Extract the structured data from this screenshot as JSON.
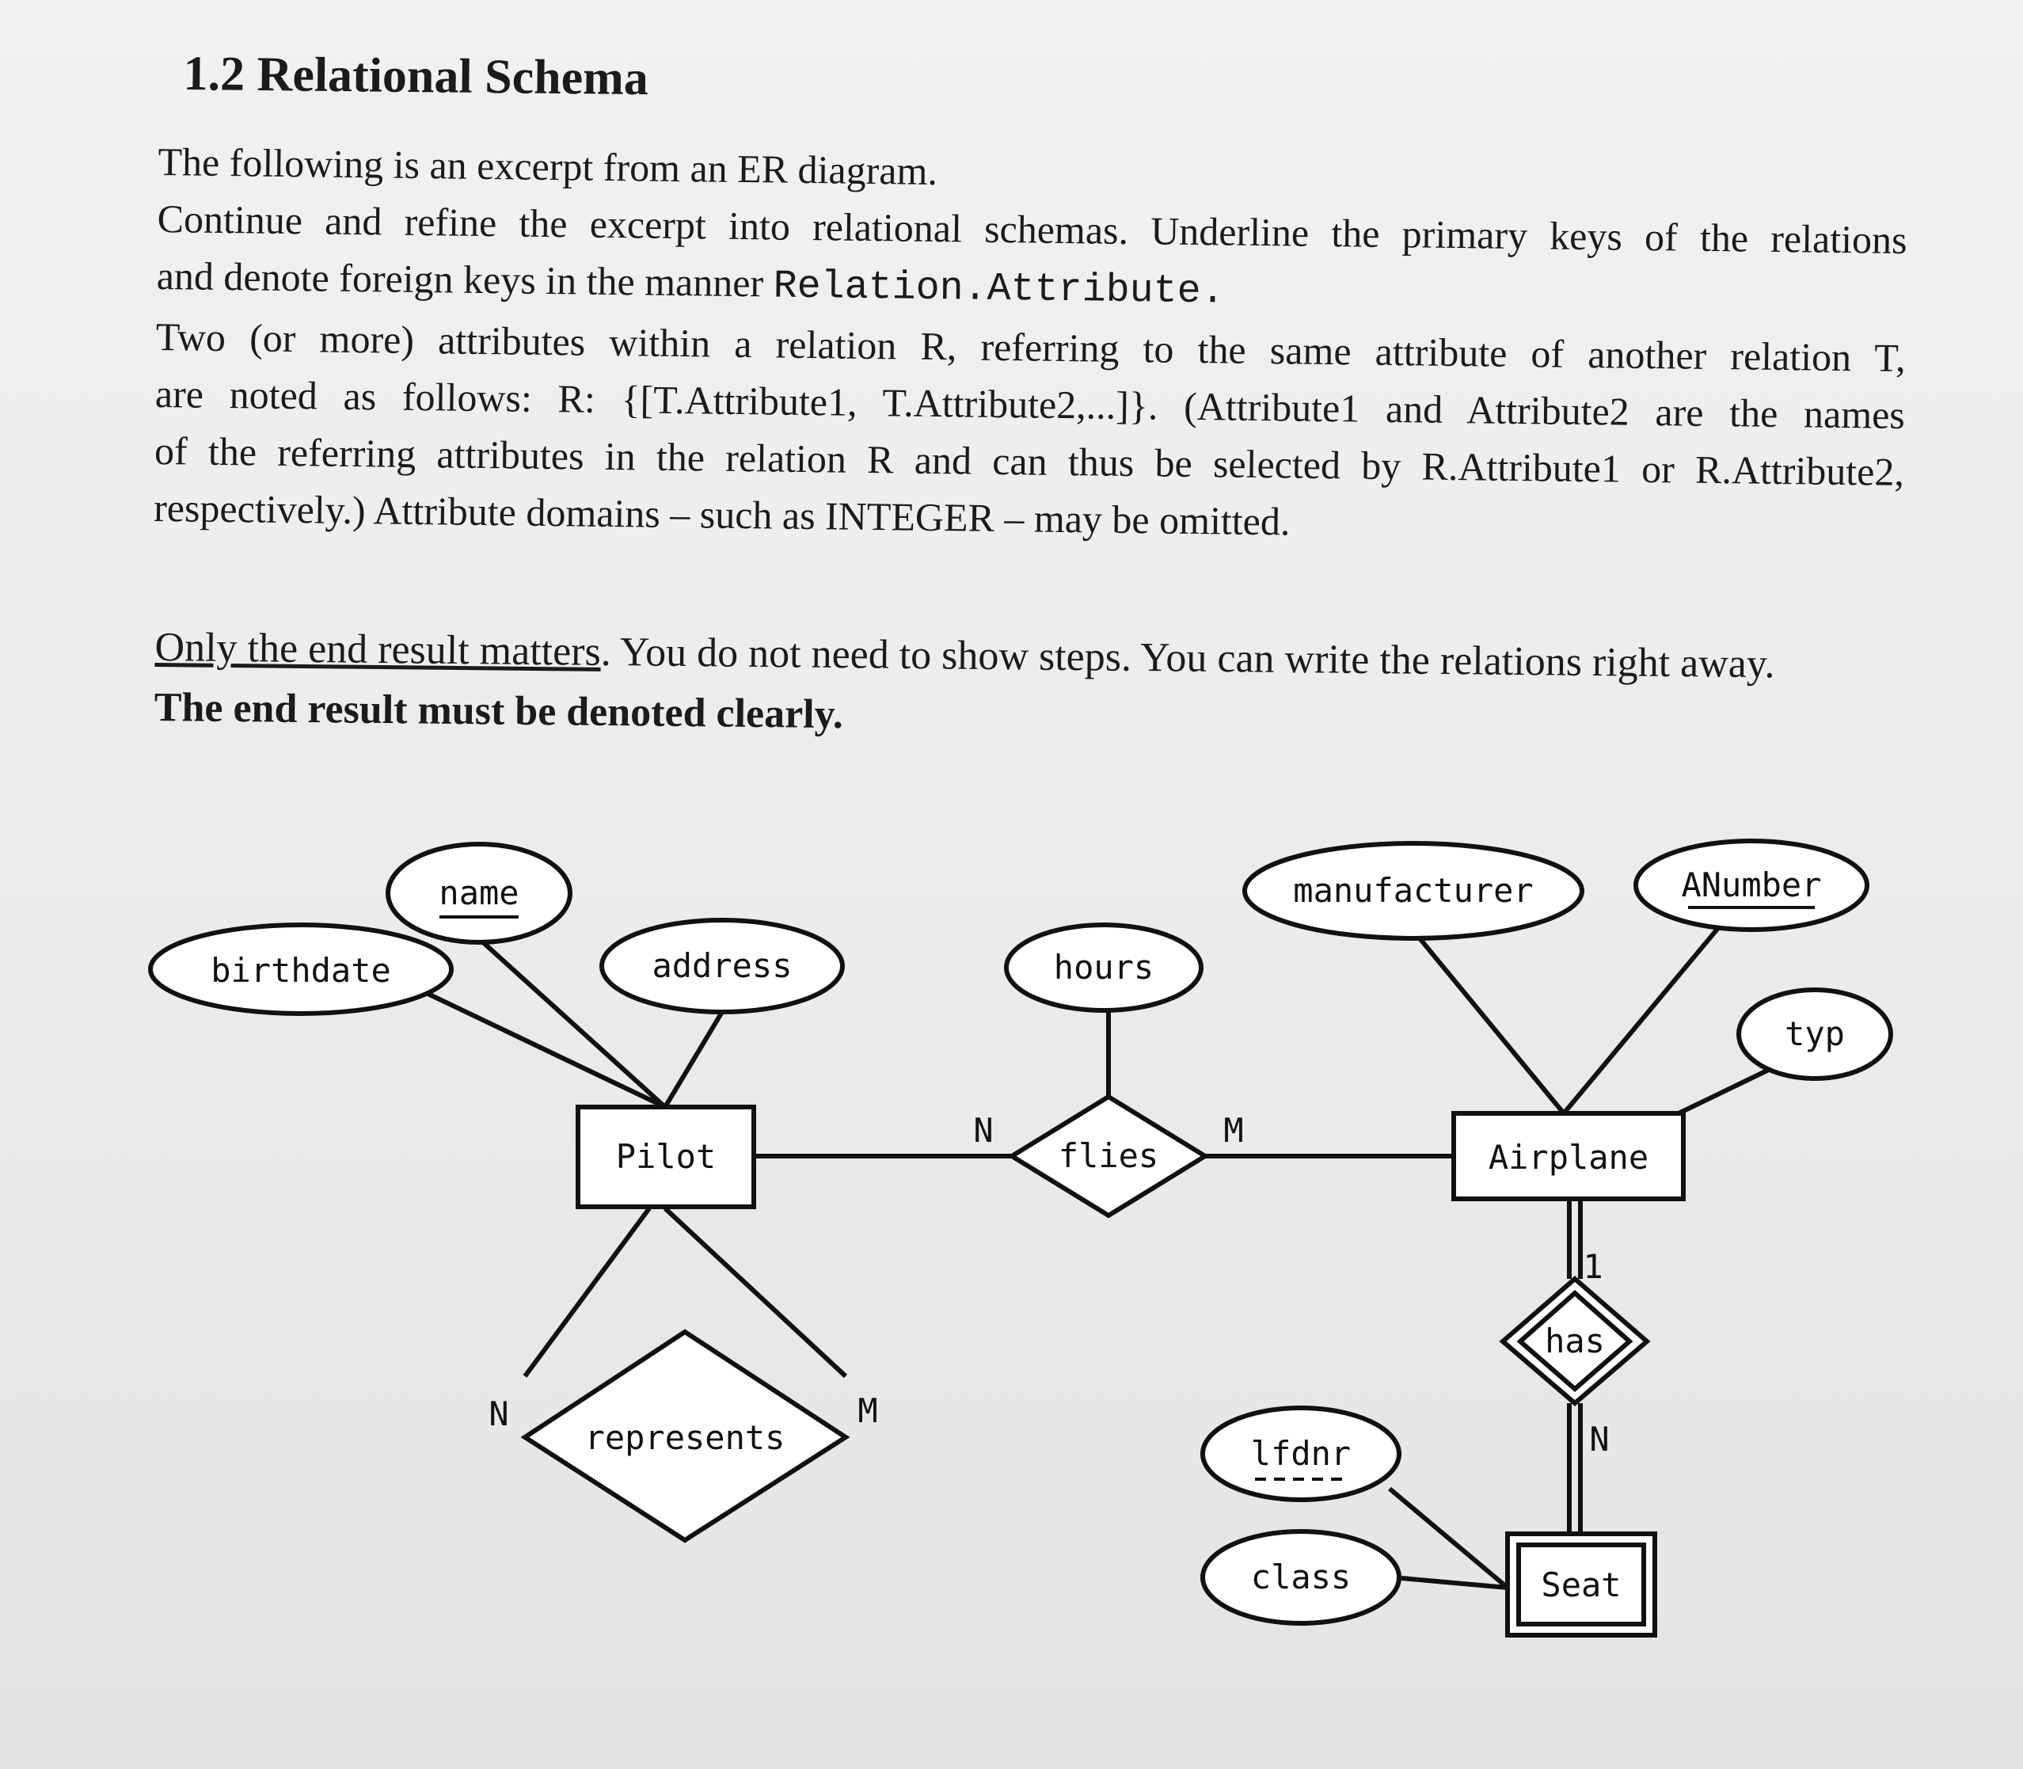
{
  "document": {
    "heading": "1.2 Relational Schema",
    "paragraph1": {
      "line1": "The following is an excerpt from an ER diagram.",
      "line2": "Continue and refine the excerpt into relational schemas. Underline the primary keys of the relations",
      "line3_text": "and denote foreign keys in the manner",
      "line3_code": "Relation.Attribute.",
      "line4": "Two (or more) attributes within a relation R, referring to the same attribute of another relation T,",
      "line5": "are noted as follows: R: {[T.Attribute1, T.Attribute2,...]}. (Attribute1 and Attribute2 are the names",
      "line6": "of the referring attributes in the relation R and can thus be selected by R.Attribute1 or R.Attribute2,",
      "line7": "respectively.) Attribute domains – such as INTEGER – may be omitted."
    },
    "paragraph2": {
      "underlined": "Only the end result matters",
      "rest": ". You do not need to show steps. You can write the relations right away.",
      "bold_line": "The end result must be denoted clearly."
    }
  },
  "er_diagram": {
    "entities": {
      "pilot": "Pilot",
      "airplane": "Airplane",
      "seat": "Seat"
    },
    "relationships": {
      "flies": "flies",
      "represents": "represents",
      "has": "has"
    },
    "attributes": {
      "name": "name",
      "birthdate": "birthdate",
      "address": "address",
      "hours": "hours",
      "manufacturer": "manufacturer",
      "anumber": "ANumber",
      "typ": "typ",
      "lfdnr": "lfdnr",
      "class": "class"
    },
    "cardinalities": {
      "flies_pilot": "N",
      "flies_airplane": "M",
      "represents_left": "N",
      "represents_right": "M",
      "has_airplane": "1",
      "has_seat": "N"
    }
  }
}
